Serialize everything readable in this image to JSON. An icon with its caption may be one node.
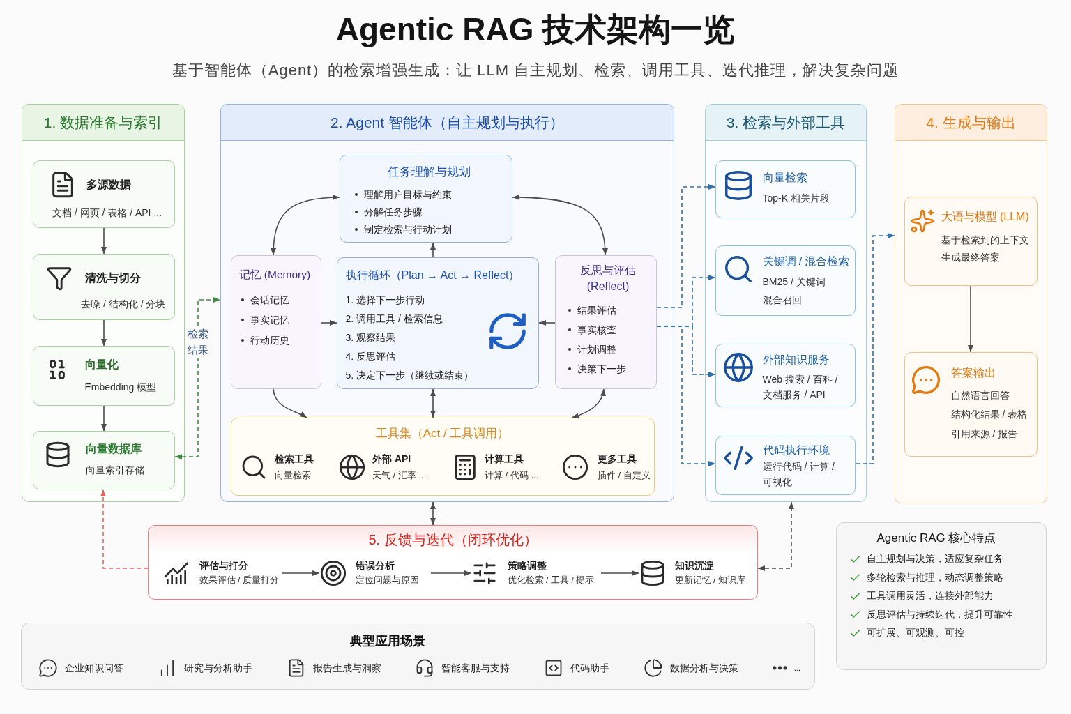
{
  "diagram": {
    "title": "Agentic RAG 技术架构一览",
    "nodes": [
      {
        "text": [
          "1. 数据准备与索引"
        ]
      },
      {
        "text": [
          "多源数据",
          "文档 / 网页 / 表格 / API ..."
        ],
        "in": 0
      },
      {
        "text": [
          "清洗与切分",
          "去噪 / 结构化 / 分块"
        ],
        "in": 0
      },
      {
        "text": [
          "向量化",
          "Embedding 模型"
        ],
        "in": 0
      },
      {
        "text": [
          "向量数据库",
          "向量索引存储"
        ],
        "in": 0
      },
      {
        "text": [
          "2. Agent 智能体（自主规划与执行）"
        ]
      },
      {
        "text": [
          "任务理解与规划",
          "理解用户目标与约束",
          "分解任务步骤",
          "制定检索与行动计划"
        ],
        "in": 5
      },
      {
        "text": [
          "记忆 (Memory)",
          "会话记忆",
          "事实记忆",
          "行动历史"
        ],
        "in": 5
      },
      {
        "text": [
          "执行循环（Plan → Act → Reflect）",
          "1. 选择下一步行动",
          "2. 调用工具 / 检索信息",
          "3. 观察结果",
          "4. 反思评估",
          "5. 决定下一步（继续或结束）"
        ],
        "in": 5
      },
      {
        "text": [
          "反思与评估 (Reflect)",
          "结果评估",
          "事实核查",
          "计划调整",
          "决策下一步"
        ],
        "in": 5
      },
      {
        "text": [
          "工具集（Act / 工具调用）"
        ],
        "in": 5
      },
      {
        "text": [
          "检索工具",
          "向量检索"
        ],
        "in": 10
      },
      {
        "text": [
          "外部 API",
          "天气 / 汇率 ..."
        ],
        "in": 10
      },
      {
        "text": [
          "计算工具",
          "计算 / 代码 ..."
        ],
        "in": 10
      },
      {
        "text": [
          "更多工具",
          "插件 / 自定义"
        ],
        "in": 10
      },
      {
        "text": [
          "3. 检索与外部工具"
        ]
      },
      {
        "text": [
          "向量检索",
          "Top-K 相关片段"
        ],
        "in": 15
      },
      {
        "text": [
          "关键调 / 混合检索",
          "BM25 / 关键词",
          "混合召回"
        ],
        "in": 15
      },
      {
        "text": [
          "外部知识服务",
          "Web 搜索 / 百科 / 文档服务 / API"
        ],
        "in": 15
      },
      {
        "text": [
          "代码执行环境",
          "运行代码 / 计算 / 可视化"
        ],
        "in": 15
      },
      {
        "text": [
          "4. 生成与输出"
        ]
      },
      {
        "text": [
          "大语与模型 (LLM)",
          "基于检索到的上下文生成最终答案"
        ],
        "in": 20
      },
      {
        "text": [
          "答案输出",
          "自然语言回答",
          "结构化结果 / 表格",
          "引用来源 / 报告"
        ],
        "in": 20
      },
      {
        "text": [
          "5. 反馈与迭代（闭环优化）"
        ]
      },
      {
        "text": [
          "评估与打分",
          "效果评估 / 质量打分"
        ],
        "in": 23
      },
      {
        "text": [
          "错误分析",
          "定位问题与原因"
        ],
        "in": 23
      },
      {
        "text": [
          "策略调整",
          "优化检索 / 工具 / 提示"
        ],
        "in": 23
      },
      {
        "text": [
          "知识沉淀",
          "更新记忆 / 知识库"
        ],
        "in": 23
      },
      {
        "text": [
          "典型应用场景",
          "企业知识问答",
          "研究与分析助手",
          "报告生成与洞察",
          "智能客服与支持",
          "代码助手",
          "数据分析与决策",
          "..."
        ]
      },
      {
        "text": [
          "Agentic RAG 核心特点",
          "自主规划与决策，适应复杂任务",
          "多轮检索与推理，动态调整策略",
          "工具调用灵活，连接外部能力",
          "反思评估与持续迭代，提升可靠性",
          "可扩展、可观测、可控"
        ]
      }
    ],
    "edges": [
      {
        "from": 1,
        "to": 2,
        "arrow": "to"
      },
      {
        "from": 2,
        "to": 3,
        "arrow": "to"
      },
      {
        "from": 3,
        "to": 4,
        "arrow": "to"
      },
      {
        "from": 4,
        "to": 5,
        "arrow": "both",
        "label": "检索结果",
        "style": "dashed",
        "color": "#3f8f3f"
      },
      {
        "from": 6,
        "to": 7,
        "arrow": "both"
      },
      {
        "from": 6,
        "to": 9,
        "arrow": "both"
      },
      {
        "from": 8,
        "to": 6,
        "arrow": "to"
      },
      {
        "from": 7,
        "to": 8,
        "arrow": "to"
      },
      {
        "from": 9,
        "to": 8,
        "arrow": "to"
      },
      {
        "from": 7,
        "to": 10,
        "arrow": "to"
      },
      {
        "from": 8,
        "to": 10,
        "arrow": "both"
      },
      {
        "from": 10,
        "to": 9,
        "arrow": "both"
      },
      {
        "from": 9,
        "to": 16,
        "arrow": "to",
        "style": "dashed",
        "color": "#2f6fb0"
      },
      {
        "from": 9,
        "to": 17,
        "arrow": "to",
        "style": "dashed",
        "color": "#2f6fb0"
      },
      {
        "from": 9,
        "to": 18,
        "arrow": "to",
        "style": "dashed",
        "color": "#2f6fb0"
      },
      {
        "from": 9,
        "to": 19,
        "arrow": "to",
        "style": "dashed",
        "color": "#2f6fb0"
      },
      {
        "from": 19,
        "to": 20,
        "arrow": "to",
        "style": "dashed",
        "color": "#2f6fb0"
      },
      {
        "from": 21,
        "to": 22,
        "arrow": "to"
      },
      {
        "from": 5,
        "to": 23,
        "arrow": "both"
      },
      {
        "from": 23,
        "to": 4,
        "arrow": "to",
        "style": "dashed",
        "color": "#e06666"
      },
      {
        "from": 23,
        "to": 15,
        "arrow": "both",
        "style": "dashed"
      },
      {
        "from": 24,
        "to": 25,
        "arrow": "to"
      },
      {
        "from": 25,
        "to": 26,
        "arrow": "to"
      },
      {
        "from": 26,
        "to": 27,
        "arrow": "to"
      }
    ],
    "labels": [
      "基于智能体（Agent）的检索增强生成：让 LLM 自主规划、检索、调用工具、迭代推理，解决复杂问题"
    ]
  }
}
